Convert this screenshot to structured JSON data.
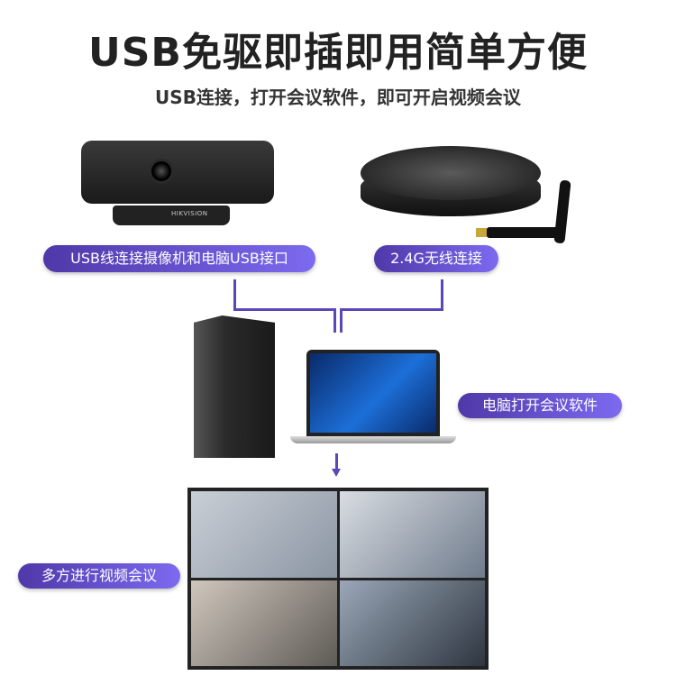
{
  "header": {
    "title": "USB免驱即插即用简单方便",
    "subtitle": "USB连接，打开会议软件，即可开启视频会议"
  },
  "labels": {
    "camera_connection": "USB线连接摄像机和电脑USB接口",
    "wireless_connection": "2.4G无线连接",
    "open_software": "电脑打开会议软件",
    "multi_party": "多方进行视频会议"
  },
  "devices": {
    "camera_logo": "HIKVISION"
  },
  "colors": {
    "accent": "#5b47b8",
    "pill_start": "#4f38a8",
    "pill_end": "#7c6af0"
  }
}
